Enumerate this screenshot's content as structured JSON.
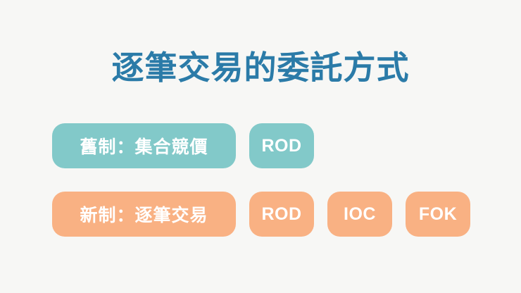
{
  "theme": {
    "background_color": "#f7f7f5",
    "title_color": "#2b7ba8",
    "old_badge_color": "#82c9c9",
    "new_badge_color": "#f9b183",
    "badge_text_color": "#ffffff"
  },
  "title": "逐筆交易的委託方式",
  "rows": [
    {
      "id": "old-system",
      "label": "舊制：集合競價",
      "codes": [
        "ROD"
      ]
    },
    {
      "id": "new-system",
      "label": "新制：逐筆交易",
      "codes": [
        "ROD",
        "IOC",
        "FOK"
      ]
    }
  ]
}
